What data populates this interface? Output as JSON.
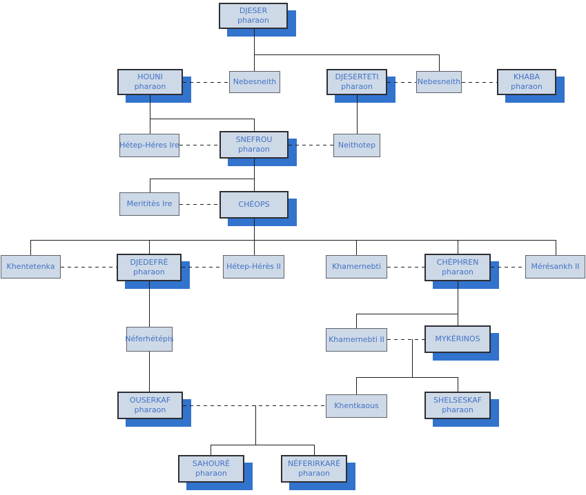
{
  "colors": {
    "fill": "#cdd9e7",
    "shadow": "#3273cd",
    "textblue": "#4472c4",
    "line": "#1c1c1c"
  },
  "nodes": {
    "djeser": {
      "name": "DJESER",
      "role": "pharaon"
    },
    "houni": {
      "name": "HOUNI",
      "role": "pharaon"
    },
    "nebesneith1": {
      "name": "Nebesneith"
    },
    "djeserteti": {
      "name": "DJESERTETI",
      "role": "pharaon"
    },
    "nebesneith2": {
      "name": "Nebesneith"
    },
    "khaba": {
      "name": "KHABA",
      "role": "pharaon"
    },
    "hetepheres1": {
      "name": "Hétep-Héres Ire"
    },
    "snefrou": {
      "name": "SNEFROU",
      "role": "pharaon"
    },
    "neithotep": {
      "name": "Neithotep"
    },
    "meritites": {
      "name": "Merititès Ire"
    },
    "cheops": {
      "name": "CHÉOPS"
    },
    "khentetenka": {
      "name": "Khentetenka"
    },
    "djedefre": {
      "name": "DJEDEFRÉ",
      "role": "pharaon"
    },
    "hetepheres2": {
      "name": "Hétep-Hérès II"
    },
    "khamernebti": {
      "name": "Khamernebti"
    },
    "chephren": {
      "name": "CHÉPHREN",
      "role": "pharaon"
    },
    "meresankh2": {
      "name": "Mérésankh II"
    },
    "neferhetepis": {
      "name": "Néferhétépis"
    },
    "khamernebti2": {
      "name": "Khamernebti II"
    },
    "mykerinos": {
      "name": "MYKÉRINOS"
    },
    "ouserkaf": {
      "name": "OUSERKAF",
      "role": "pharaon"
    },
    "khentkaous": {
      "name": "Khentkaous"
    },
    "shelseskaf": {
      "name": "SHELSESKAF",
      "role": "pharaon"
    },
    "sahoure": {
      "name": "SAHOURÉ",
      "role": "pharaon"
    },
    "neferirkare": {
      "name": "NÉFERIRKARÉ",
      "role": "pharaon"
    }
  }
}
